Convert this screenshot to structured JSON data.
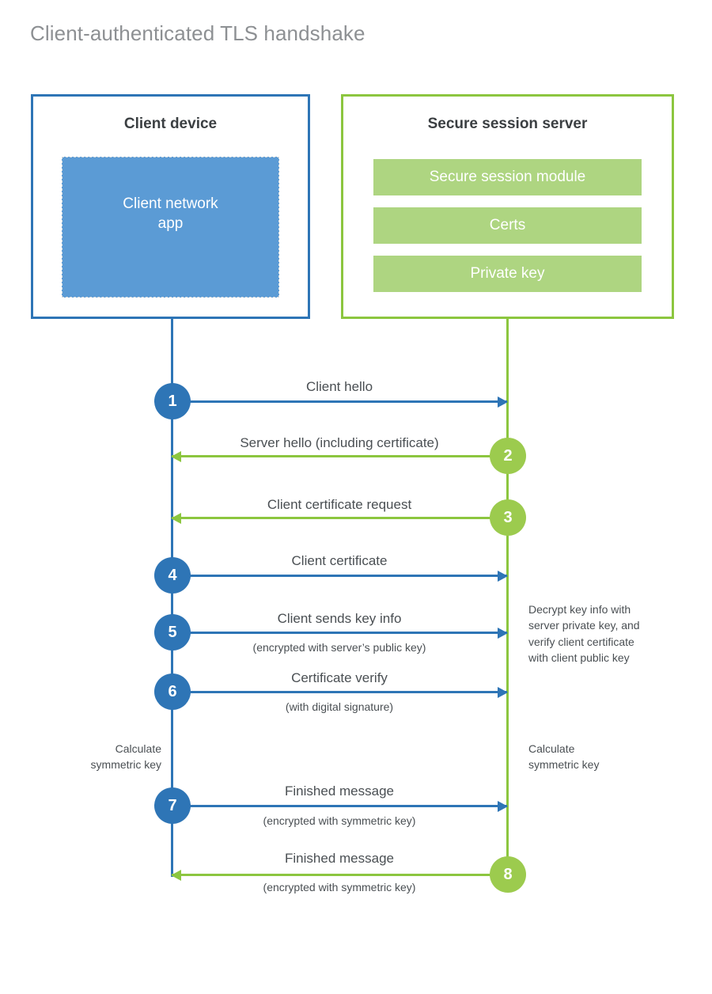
{
  "title": "Client-authenticated TLS handshake",
  "colors": {
    "client_border": "#2e75b6",
    "client_app_fill": "#5b9bd5",
    "server_border": "#8cc63f",
    "module_fill": "#aed581",
    "step_blue": "#2e75b6",
    "step_green": "#9ccb4e",
    "text": "#4a4f53",
    "title_text": "#8d9093"
  },
  "client": {
    "title": "Client device",
    "app_label": "Client network\napp",
    "app_label_line1": "Client network",
    "app_label_line2": "app"
  },
  "server": {
    "title": "Secure session server",
    "modules": [
      {
        "label": "Secure session module"
      },
      {
        "label": "Certs"
      },
      {
        "label": "Private key"
      }
    ]
  },
  "steps": [
    {
      "number": "1",
      "label": "Client hello",
      "sublabel": "",
      "direction": "client-to-server"
    },
    {
      "number": "2",
      "label": "Server hello (including certificate)",
      "sublabel": "",
      "direction": "server-to-client"
    },
    {
      "number": "3",
      "label": "Client certificate request",
      "sublabel": "",
      "direction": "server-to-client"
    },
    {
      "number": "4",
      "label": "Client certificate",
      "sublabel": "",
      "direction": "client-to-server"
    },
    {
      "number": "5",
      "label": "Client sends key info",
      "sublabel": "(encrypted with server’s public key)",
      "direction": "client-to-server"
    },
    {
      "number": "6",
      "label": "Certificate verify",
      "sublabel": "(with digital signature)",
      "direction": "client-to-server"
    },
    {
      "number": "7",
      "label": "Finished message",
      "sublabel": "(encrypted with symmetric key)",
      "direction": "client-to-server"
    },
    {
      "number": "8",
      "label": "Finished message",
      "sublabel": "(encrypted with symmetric key)",
      "direction": "server-to-client"
    }
  ],
  "notes": {
    "server_decrypt": "Decrypt key info with server private key, and verify client certificate with client public key",
    "server_decrypt_lines": [
      "Decrypt key info with",
      "server private key, and",
      "verify client certificate",
      "with client public key"
    ],
    "client_calculate_line1": "Calculate",
    "client_calculate_line2": "symmetric key",
    "server_calculate_line1": "Calculate",
    "server_calculate_line2": "symmetric key"
  }
}
